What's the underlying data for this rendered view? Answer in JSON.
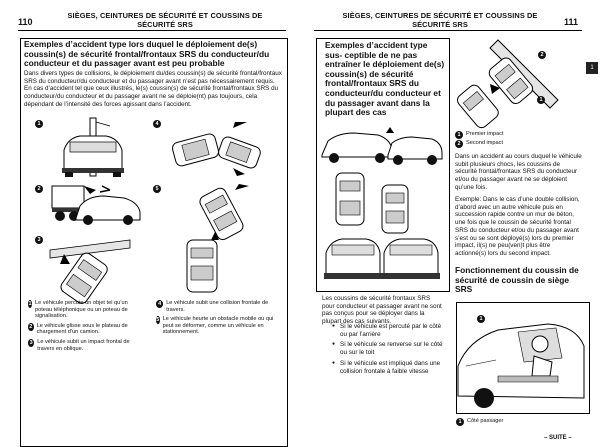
{
  "left": {
    "page_number": "110",
    "header": "SIÈGES, CEINTURES DE SÉCURITÉ ET COUSSINS DE SÉCURITÉ SRS",
    "section_title": "Exemples d’accident type lors duquel le déploiement de(s) coussin(s) de sécurité frontal/frontaux SRS du conducteur/du conducteur et du passager avant est peu probable",
    "intro": "Dans divers types de collisions, le déploiement du/des coussin(s) de sécurité frontal/frontaux SRS du conducteur/du conducteur et du passager avant n’est pas nécessairement requis. En cas d’accident tel que ceux illustrés, le(s) coussin(s) de sécurité frontal/frontaux SRS du conducteur/du conducteur et du passager avant ne se déploie(nt) pas toujours, cela dépendant de l’intensité des forces agissant dans l’accident.",
    "fig_numbers": [
      "1",
      "2",
      "3",
      "4",
      "5"
    ],
    "captions_col1": [
      {
        "n": "1",
        "text": "Le véhicule percute un objet tel qu’un poteau téléphonique ou un poteau de signalisation."
      },
      {
        "n": "2",
        "text": "Le véhicule glisse sous le plateau de chargement d’un camion."
      },
      {
        "n": "3",
        "text": "Le véhicule subit un impact frontal de travers en oblique."
      }
    ],
    "captions_col2": [
      {
        "n": "4",
        "text": "Le véhicule subit une collision frontale de travers."
      },
      {
        "n": "5",
        "text": "Le véhicule heurte un obstacle mobile ou qui peut se déformer, comme un véhicule en stationnement."
      }
    ]
  },
  "right": {
    "page_number": "111",
    "header": "SIÈGES, CEINTURES DE SÉCURITÉ ET COUSSINS DE SÉCURITÉ SRS",
    "side_tab": "1",
    "section_title": "Exemples d’accident type sus- ceptible de ne pas entraîner le déploiement de(s) coussin(s) de sécurité frontal/frontaux SRS du conducteur/du conducteur et du passager avant dans la plupart des cas",
    "fig_numbers": [
      "1",
      "2"
    ],
    "legend": [
      {
        "n": "1",
        "text": "Premier impact"
      },
      {
        "n": "2",
        "text": "Second impact"
      }
    ],
    "para1": "Dans un accident au cours duquel le véhicule subit plusieurs chocs, les coussins de sécurité frontal/frontaux SRS du conducteur et/ou du passager avant ne se déploient qu’une fois.",
    "para2": "Exemple: Dans le cas d’une double collision, d’abord avec un autre véhicule puis en succession rapide contre un mur de béton, une fois que le coussin de sécurité frontal SRS du conducteur et/ou du passager avant s’est ou se sont déployé(s) lors du premier impact, il(s) ne peu(ven)t plus être actionné(s) lors du second impact.",
    "lower_intro": "Les coussins de sécurité frontaux SRS pour conducteur et passager avant ne sont pas conçus pour se déployer dans la plupart des cas suivants.",
    "bullets": [
      "Si le véhicule est percuté par le côté ou par l’arrière",
      "Si le véhicule se renverse sur le côté ou sur le toit",
      "Si le véhicule est impliqué dans une collision frontale à faible vitesse"
    ],
    "sub_title": "Fonctionnement du coussin de sécurité de coussin de siège SRS",
    "fig3_number": "1",
    "fig3_caption": {
      "n": "1",
      "text": "Côté passager"
    },
    "footer": "– SUITE –"
  }
}
